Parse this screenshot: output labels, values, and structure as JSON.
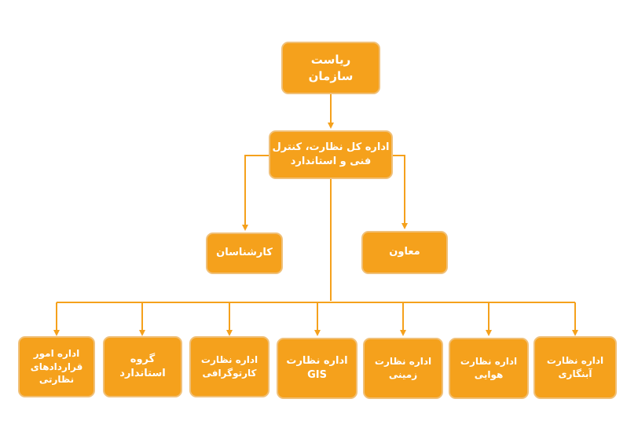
{
  "nodes": {
    "presidency": "ریاست\nسازمان",
    "general_directorate": "اداره کل نظارت، کنترل\nفنی و استاندارد",
    "experts": "کارشناسان",
    "deputy": "معاون",
    "contracts_office": "اداره امور\nقراردادهای\nنظارتی",
    "standards_group": "گروه\nاستاندارد",
    "cartography_office": "اداره نظارت\nکارتوگرافی",
    "gis_office": "اداره نظارت\nGIS",
    "ground_office": "اداره نظارت\nزمینی",
    "aerial_office": "اداره نظارت\nهوایی",
    "hydrography_office": "اداره نظارت\nآبنگاری"
  },
  "colors": {
    "box": "#f5a11c",
    "border": "#f0c078",
    "line": "#f5a11c",
    "text": "#ffffff"
  }
}
